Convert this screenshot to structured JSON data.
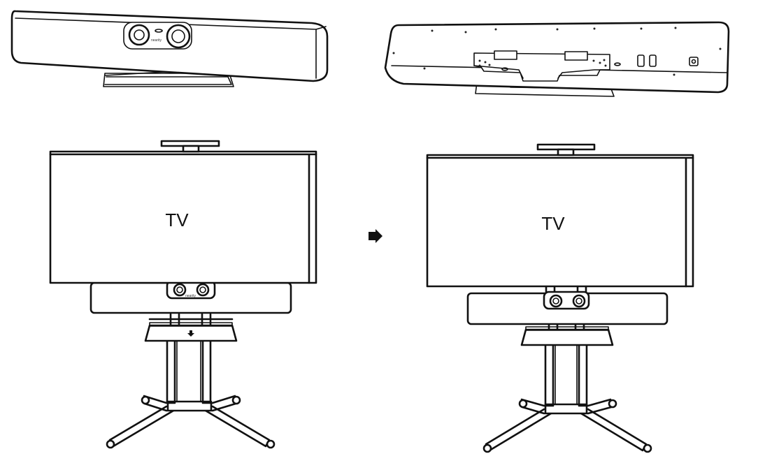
{
  "tv_labels": [
    "TV",
    "TV"
  ],
  "brand_text": "nearity",
  "icons": {
    "step_arrow": "right-arrow-icon",
    "down_arrow": "down-arrow-icon"
  }
}
